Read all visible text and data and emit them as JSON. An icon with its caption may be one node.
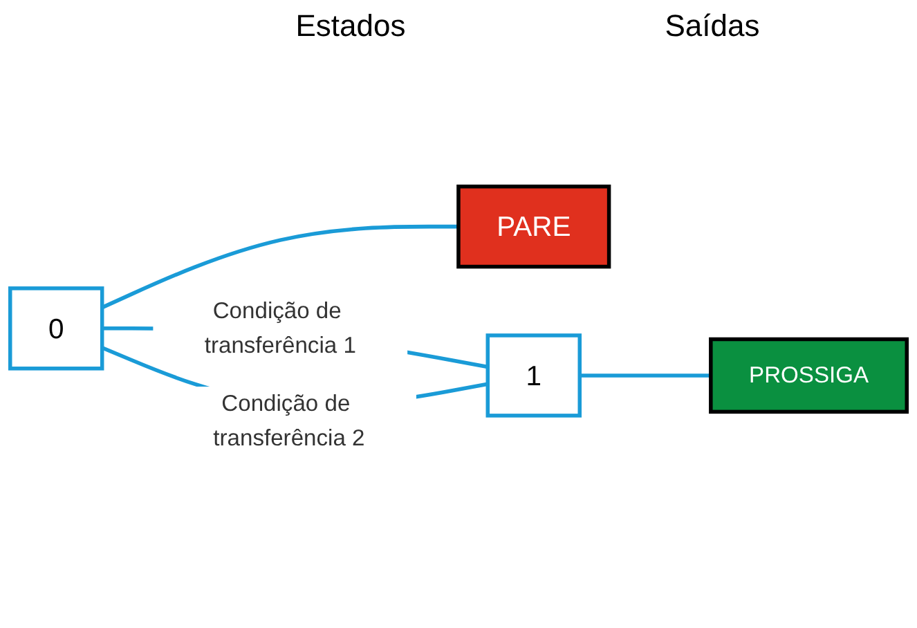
{
  "diagram": {
    "nodes": [
      {
        "text": [
          "0"
        ]
      },
      {
        "text": [
          "PARE"
        ]
      },
      {
        "text": [
          "1"
        ]
      },
      {
        "text": [
          "PROSSIGA"
        ]
      }
    ],
    "edges": [
      {
        "from": 0,
        "to": 1,
        "arrow": "none"
      },
      {
        "from": 0,
        "to": 2,
        "arrow": "none",
        "label": "Condição de transferência 1"
      },
      {
        "from": 2,
        "to": 3,
        "arrow": "none"
      },
      {
        "from": 2,
        "to": 0,
        "arrow": "none",
        "label": "Condição de transferência 2"
      }
    ],
    "labels": [
      "Estados",
      "Saídas"
    ]
  }
}
